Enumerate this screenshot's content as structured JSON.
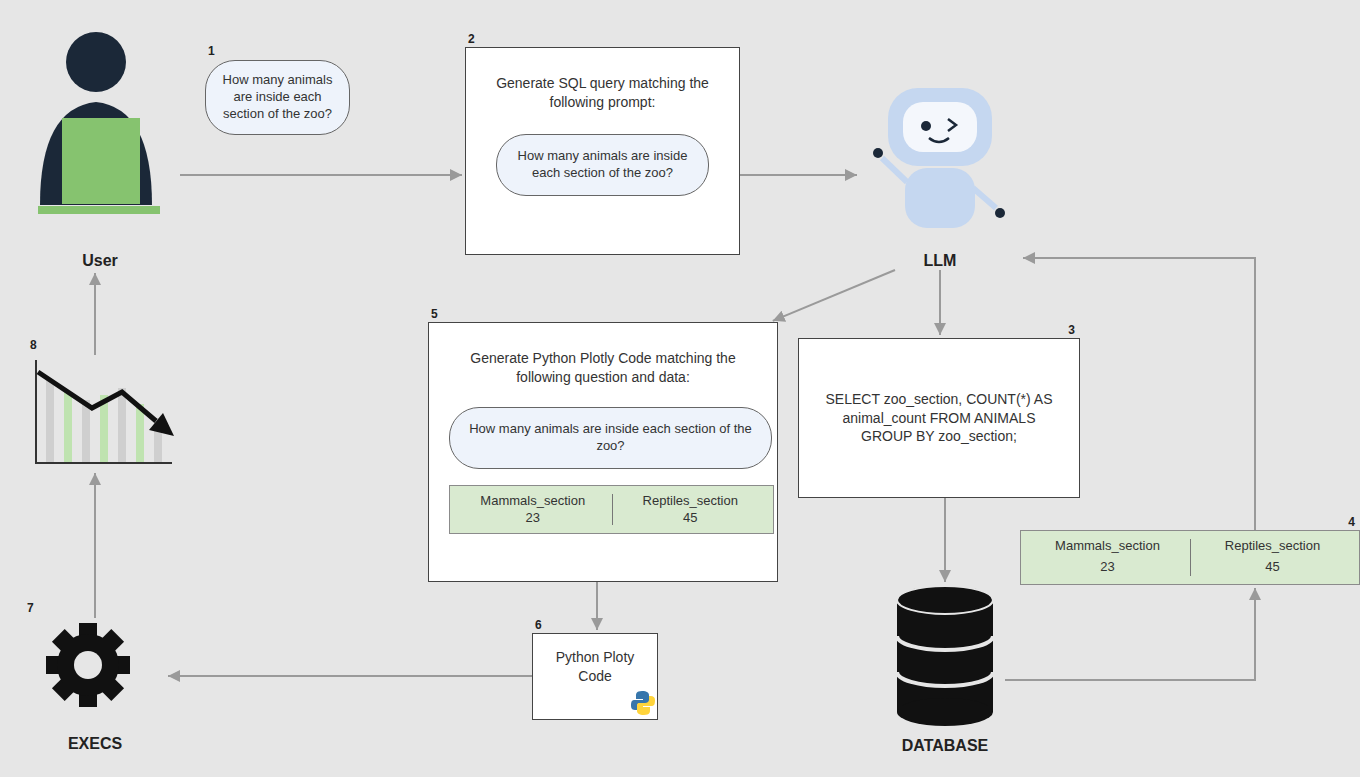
{
  "diagram": {
    "nodes": [
      {
        "text": [
          "User"
        ]
      },
      {
        "text": [
          "1",
          "How many animals are inside each section of the zoo?"
        ]
      },
      {
        "text": [
          "2",
          "Generate SQL query matching the following prompt:"
        ]
      },
      {
        "text": [
          "How many animals are inside each section of the zoo?"
        ],
        "in": 2
      },
      {
        "text": [
          "LLM"
        ]
      },
      {
        "text": [
          "5",
          "Generate Python Plotly Code matching the following question and data:"
        ]
      },
      {
        "text": [
          "How many animals are inside each section of the zoo?"
        ],
        "in": 5
      },
      {
        "text": [
          "Mammals_section",
          "23",
          "Reptiles_section",
          "45"
        ],
        "in": 5
      },
      {
        "text": [
          "3",
          "SELECT zoo_section, COUNT(*) AS animal_count FROM ANIMALS GROUP BY zoo_section;"
        ]
      },
      {
        "text": [
          "DATABASE"
        ]
      },
      {
        "text": [
          "4",
          "Mammals_section",
          "23",
          "Reptiles_section",
          "45"
        ]
      },
      {
        "text": [
          "6",
          "Python Ploty Code"
        ]
      },
      {
        "text": [
          "7",
          "EXECS"
        ]
      },
      {
        "text": [
          "8"
        ]
      }
    ],
    "edges": [
      {
        "from": 0,
        "to": 2,
        "arrow": "to"
      },
      {
        "from": 2,
        "to": 4,
        "arrow": "to"
      },
      {
        "from": 4,
        "to": 5,
        "arrow": "to"
      },
      {
        "from": 4,
        "to": 8,
        "arrow": "to"
      },
      {
        "from": 8,
        "to": 9,
        "arrow": "to"
      },
      {
        "from": 9,
        "to": 10,
        "arrow": "to"
      },
      {
        "from": 10,
        "to": 4,
        "arrow": "to"
      },
      {
        "from": 5,
        "to": 11,
        "arrow": "to"
      },
      {
        "from": 11,
        "to": 12,
        "arrow": "to"
      },
      {
        "from": 12,
        "to": 13,
        "arrow": "to"
      },
      {
        "from": 13,
        "to": 0,
        "arrow": "to"
      }
    ]
  }
}
